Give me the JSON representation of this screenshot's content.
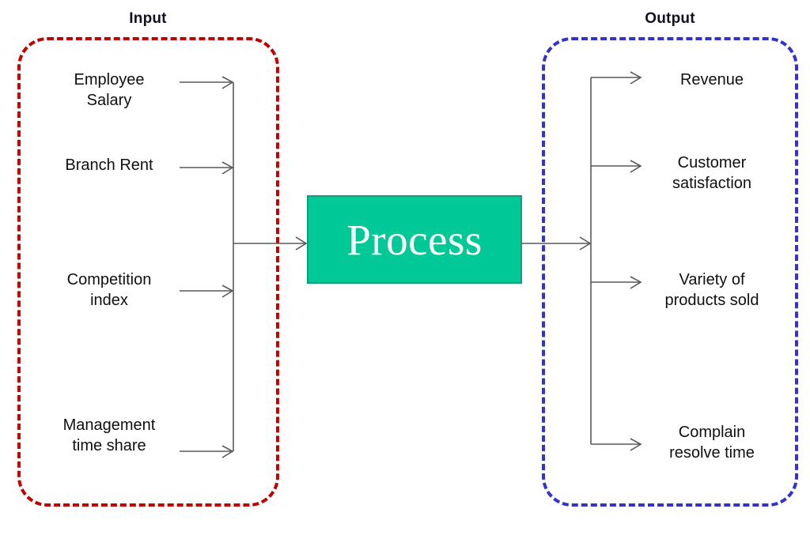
{
  "diagram": {
    "title_input": "Input",
    "title_output": "Output",
    "process_label": "Process",
    "colors": {
      "input_border": "#C00000",
      "output_border": "#3333CC",
      "process_fill": "#00C896",
      "process_border": "#0E9E79",
      "process_text": "#FFFFFF",
      "connector": "#595959",
      "label_text": "#101010",
      "background": "#FFFFFF"
    },
    "inputs": [
      {
        "label": "Employee\nSalary"
      },
      {
        "label": "Branch Rent"
      },
      {
        "label": "Competition\nindex"
      },
      {
        "label": "Management\ntime share"
      }
    ],
    "outputs": [
      {
        "label": "Revenue"
      },
      {
        "label": "Customer\nsatisfaction"
      },
      {
        "label": "Variety of\nproducts sold"
      },
      {
        "label": "Complain\nresolve time"
      }
    ]
  }
}
